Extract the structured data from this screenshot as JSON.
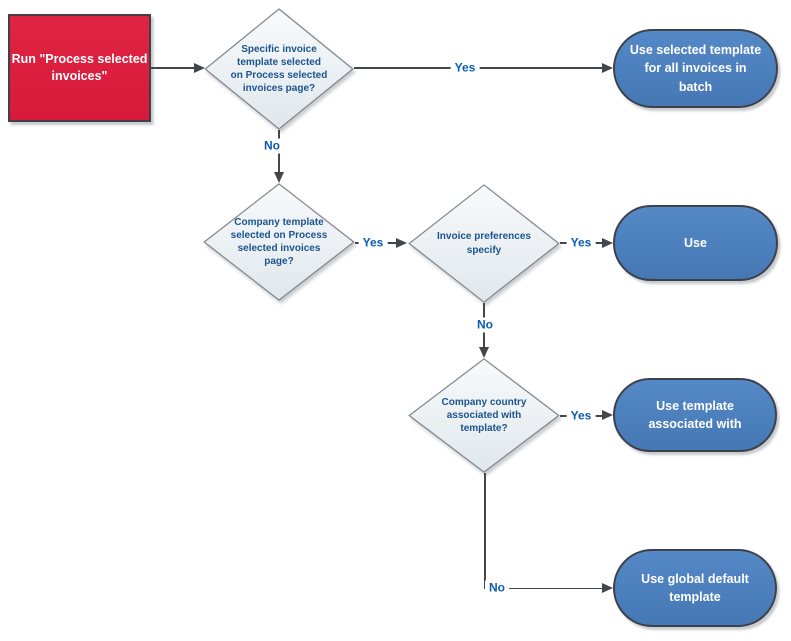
{
  "flowchart": {
    "start": {
      "label": "Run \"Process selected\ninvoices\""
    },
    "decisions": [
      {
        "label": "Specific invoice\ntemplate selected\non Process selected\ninvoices page?"
      },
      {
        "label": "Company template\nselected on Process\nselected invoices\npage?"
      },
      {
        "label": "Invoice preferences\nspecify"
      },
      {
        "label": "Company country\nassociated with\ntemplate?"
      }
    ],
    "terminators": [
      {
        "label": "Use selected template\nfor all invoices in\nbatch"
      },
      {
        "label": "Use"
      },
      {
        "label": "Use template\nassociated with"
      },
      {
        "label": "Use global default\ntemplate"
      }
    ],
    "edge_labels": [
      {
        "id": "yes-to-selected-template",
        "label": "Yes"
      },
      {
        "id": "no-to-company-template",
        "label": "No"
      },
      {
        "id": "yes-to-invoice-preferences",
        "label": "Yes"
      },
      {
        "id": "yes-to-use",
        "label": "Yes"
      },
      {
        "id": "no-to-company-country",
        "label": "No"
      },
      {
        "id": "yes-to-template-associated",
        "label": "Yes"
      },
      {
        "id": "no-to-global-default",
        "label": "No"
      }
    ],
    "colors": {
      "process_fill": "#DC1E3E",
      "process_border": "#3E4248",
      "decision_fill": "#EAF0F3",
      "decision_border": "#7F858B",
      "decision_text": "#1A548E",
      "terminator_fill": "#4C80BF",
      "terminator_border": "#3D4149",
      "connector": "#43464B",
      "edge_label_text": "#0B5BB4"
    }
  }
}
